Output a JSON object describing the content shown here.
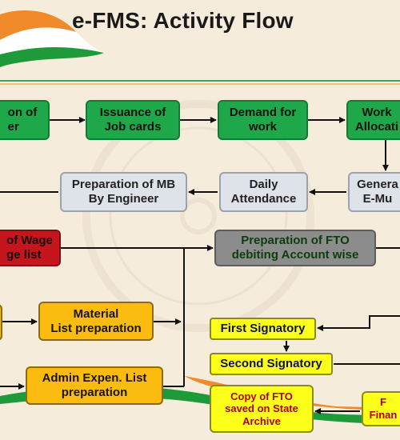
{
  "title": "e-FMS: Activity Flow",
  "colors": {
    "background": "#f6ecdc",
    "green": "#1fa84a",
    "grey_light": "#dde3e8",
    "grey_dark": "#8c8c8c",
    "red": "#c4161c",
    "orange": "#fbbb0f",
    "yellow": "#fbff1a",
    "saffron": "#f08a2a",
    "flag_green": "#1f9a3a"
  },
  "nodes": {
    "registration": "on of\ner",
    "job_cards": "Issuance of\nJob cards",
    "demand": "Demand for\nwork",
    "allocation": "Work\nAllocati",
    "muster": "Genera\nE-Mu",
    "attendance": "Daily\nAttendance",
    "mb": "Preparation of MB\nBy Engineer",
    "wage_list": "of Wage\nge list",
    "fto": "Preparation of FTO\ndebiting Account wise",
    "material": "Material\nList preparation",
    "admin": "Admin Expen. List\npreparation",
    "first_sig": "First Signatory",
    "second_sig": "Second Signatory",
    "copy_fto": "Copy of FTO\nsaved on State\nArchive",
    "finance": "F\nFinan"
  }
}
